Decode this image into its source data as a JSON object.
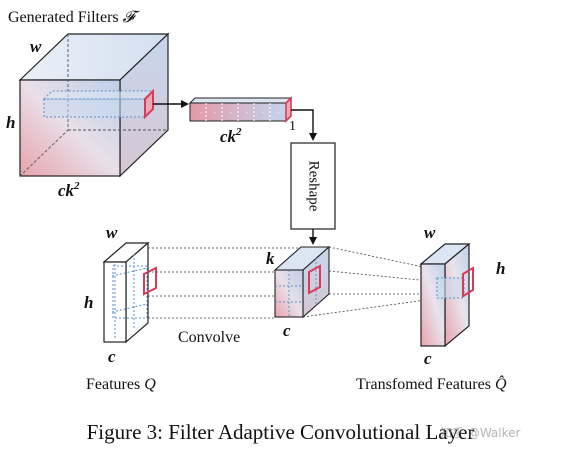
{
  "labels": {
    "generated_filters": "Generated Filters ",
    "generated_filters_symbol": "𝓕",
    "w_top": "w",
    "h_left": "h",
    "ck2_cube": "ck",
    "ck2_cube_exp": "2",
    "ck2_bar": "ck",
    "ck2_bar_exp": "2",
    "bar_one": "1",
    "reshape": "Reshape",
    "k_mid": "k",
    "c_mid": "c",
    "w_features": "w",
    "h_features": "h",
    "c_features": "c",
    "convolve": "Convolve",
    "features": "Features ",
    "features_symbol": "Q",
    "w_out": "w",
    "h_out": "h",
    "c_out": "c",
    "transformed_features": "Transfomed Features ",
    "transformed_symbol": "Q̂"
  },
  "caption": "Figure 3: Filter Adaptive Convolutional Layer",
  "watermark": "知乎 @Walker",
  "colors": {
    "blue": "#bcd0ea",
    "pink": "#e9a9b4",
    "highlight": "#d83a5a",
    "dotted": "#5b8fc8",
    "stroke": "#222222"
  }
}
